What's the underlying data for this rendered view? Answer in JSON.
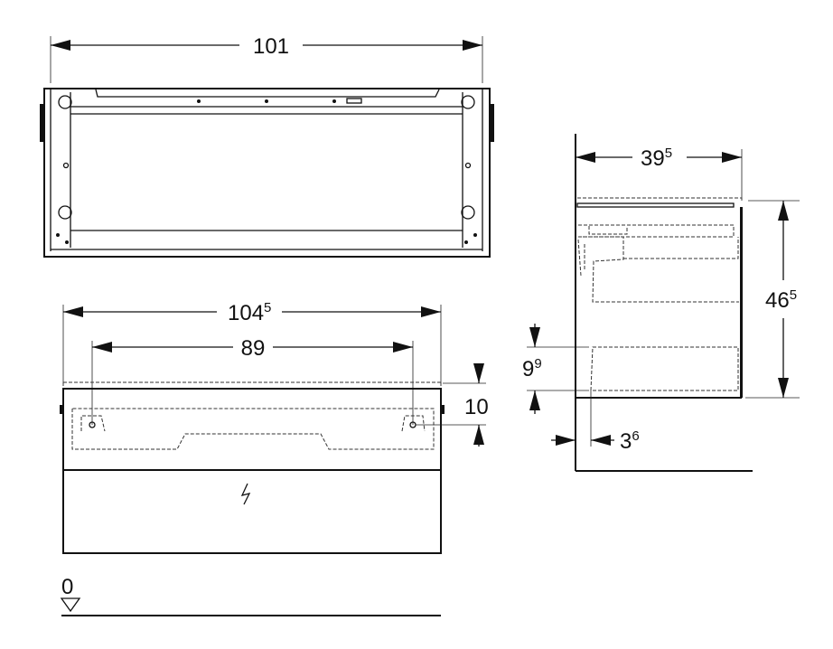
{
  "dimensions": {
    "top_width": {
      "main": "101"
    },
    "front_width": {
      "main": "104",
      "sup": "5"
    },
    "mount_spacing": {
      "main": "89"
    },
    "mount_height": {
      "main": "10"
    },
    "depth": {
      "main": "39",
      "sup": "5"
    },
    "height": {
      "main": "46",
      "sup": "5"
    },
    "drawer_gap": {
      "main": "9",
      "sup": "9"
    },
    "wall_offset": {
      "main": "3",
      "sup": "6"
    },
    "floor_level": {
      "main": "0"
    }
  },
  "colors": {
    "line": "#111111",
    "background": "#ffffff"
  }
}
